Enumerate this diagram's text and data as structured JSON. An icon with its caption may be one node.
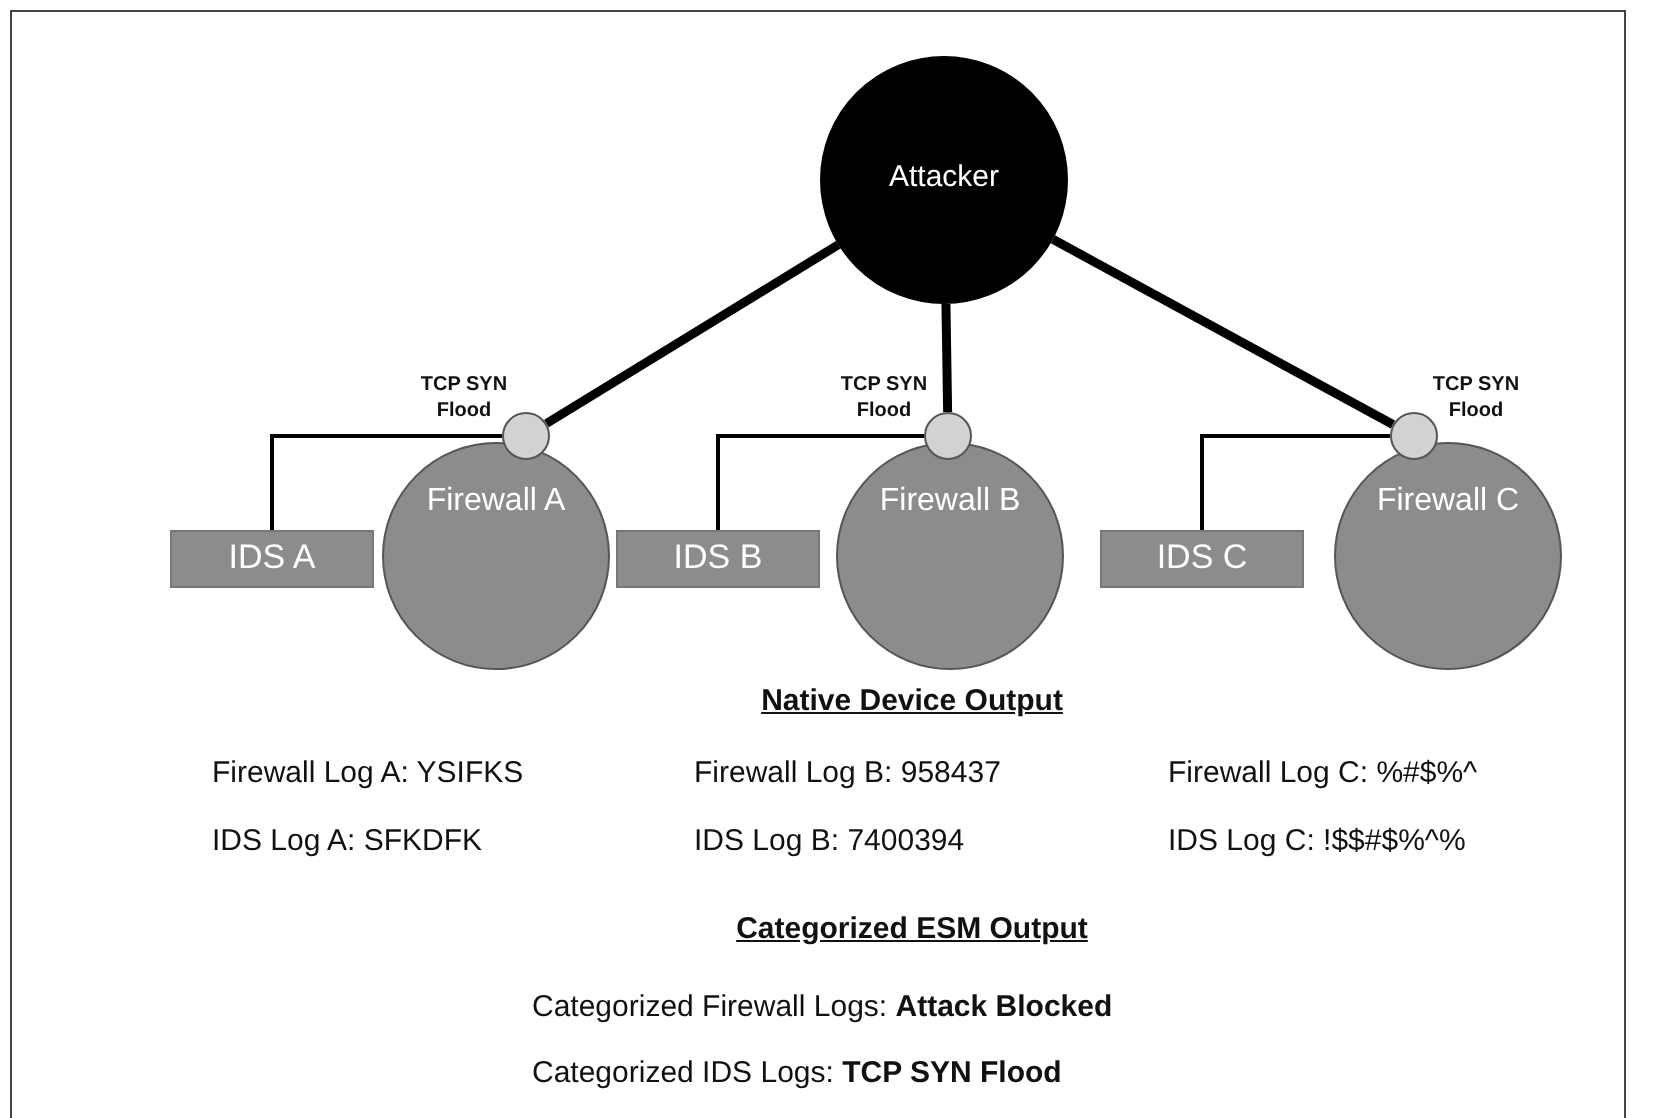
{
  "diagram": {
    "nodes": [
      {
        "text": [
          "Attacker"
        ]
      },
      {
        "text": [],
        "shape": "circle",
        "beside": [
          "TCP SYN Flood"
        ]
      },
      {
        "text": [
          "IDS A"
        ]
      },
      {
        "text": [
          "Firewall A"
        ]
      },
      {
        "text": [],
        "shape": "circle",
        "beside": [
          "TCP SYN Flood"
        ]
      },
      {
        "text": [
          "IDS B"
        ]
      },
      {
        "text": [
          "Firewall B"
        ]
      },
      {
        "text": [],
        "shape": "circle",
        "beside": [
          "TCP SYN Flood"
        ]
      },
      {
        "text": [
          "IDS C"
        ]
      },
      {
        "text": [
          "Firewall C"
        ]
      }
    ],
    "edges": [
      {
        "from": 0,
        "to": 1,
        "arrow": "none",
        "style": "thick"
      },
      {
        "from": 1,
        "to": 2,
        "arrow": "none"
      },
      {
        "from": 0,
        "to": 4,
        "arrow": "none",
        "style": "thick"
      },
      {
        "from": 4,
        "to": 5,
        "arrow": "none"
      },
      {
        "from": 0,
        "to": 7,
        "arrow": "none",
        "style": "thick"
      },
      {
        "from": 7,
        "to": 8,
        "arrow": "none"
      }
    ],
    "labels": [
      "Native Device Output",
      "Firewall Log A: YSIFKS",
      "Firewall Log B: 958437",
      "Firewall Log C: %#$%^",
      "IDS Log A: SFKDFK",
      "IDS Log B: 7400394",
      "IDS Log C: !$$#$%^%",
      "Categorized ESM Output",
      "Categorized Firewall Logs: **Attack Blocked**",
      "Categorized IDS Logs: **TCP SYN Flood**"
    ]
  }
}
